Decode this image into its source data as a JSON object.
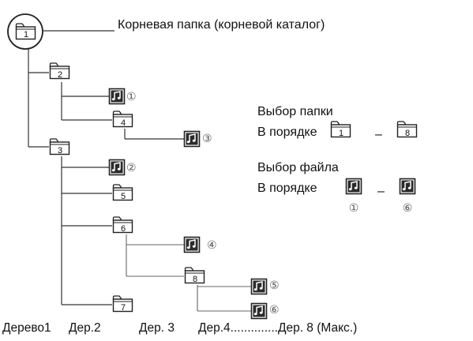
{
  "root_label": "Корневая папка (корневой каталог)",
  "legend": {
    "folder_title": "Выбор папки",
    "folder_order": "В порядке",
    "folder_first": "1",
    "folder_last": "8",
    "dash": "–",
    "file_title": "Выбор файла",
    "file_order": "В порядке",
    "file_first_num": "①",
    "file_last_num": "⑥"
  },
  "folders": [
    {
      "id": "1",
      "label": "1"
    },
    {
      "id": "2",
      "label": "2"
    },
    {
      "id": "3",
      "label": "3"
    },
    {
      "id": "4",
      "label": "4"
    },
    {
      "id": "5",
      "label": "5"
    },
    {
      "id": "6",
      "label": "6"
    },
    {
      "id": "7",
      "label": "7"
    },
    {
      "id": "8",
      "label": "8"
    }
  ],
  "files": [
    {
      "id": "1",
      "num": "①"
    },
    {
      "id": "2",
      "num": "②"
    },
    {
      "id": "3",
      "num": "③"
    },
    {
      "id": "4",
      "num": "④"
    },
    {
      "id": "5",
      "num": "⑤"
    },
    {
      "id": "6",
      "num": "⑥"
    }
  ],
  "levels": [
    "Дерево1",
    "Дер.2",
    "Дер. 3",
    "Дер.4..............Дер. 8 (Макс.)"
  ],
  "colors": {
    "line": "#333333",
    "icon_dark": "#222222",
    "circle_num": "#555555"
  }
}
